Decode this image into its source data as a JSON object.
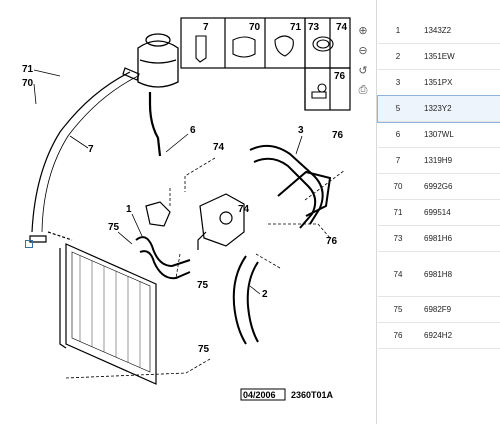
{
  "diagram": {
    "callouts": [
      "71",
      "70",
      "7",
      "1",
      "75",
      "75",
      "74",
      "6",
      "3",
      "76",
      "76",
      "74",
      "2",
      "75",
      "7",
      "70",
      "71",
      "73",
      "74",
      "76"
    ],
    "stamp_date": "04/2006",
    "stamp_ref": "2360T01A"
  },
  "toolbar": {
    "icons": [
      "zoom-in-icon",
      "zoom-out-icon",
      "reset-icon",
      "print-icon"
    ],
    "glyphs": [
      "⊕",
      "⊖",
      "↺",
      "⎙"
    ]
  },
  "parts_list": {
    "selected_index": 3,
    "rows": [
      {
        "num": "1",
        "code": "1343Z2"
      },
      {
        "num": "2",
        "code": "1351EW"
      },
      {
        "num": "3",
        "code": "1351PX"
      },
      {
        "num": "5",
        "code": "1323Y2"
      },
      {
        "num": "6",
        "code": "1307WL"
      },
      {
        "num": "7",
        "code": "1319H9"
      },
      {
        "num": "70",
        "code": "6992G6"
      },
      {
        "num": "71",
        "code": "699514"
      },
      {
        "num": "73",
        "code": "6981H6"
      },
      {
        "num": "74",
        "code": "6981H8"
      },
      {
        "num": "75",
        "code": "6982F9"
      },
      {
        "num": "76",
        "code": "6924H2"
      }
    ]
  }
}
